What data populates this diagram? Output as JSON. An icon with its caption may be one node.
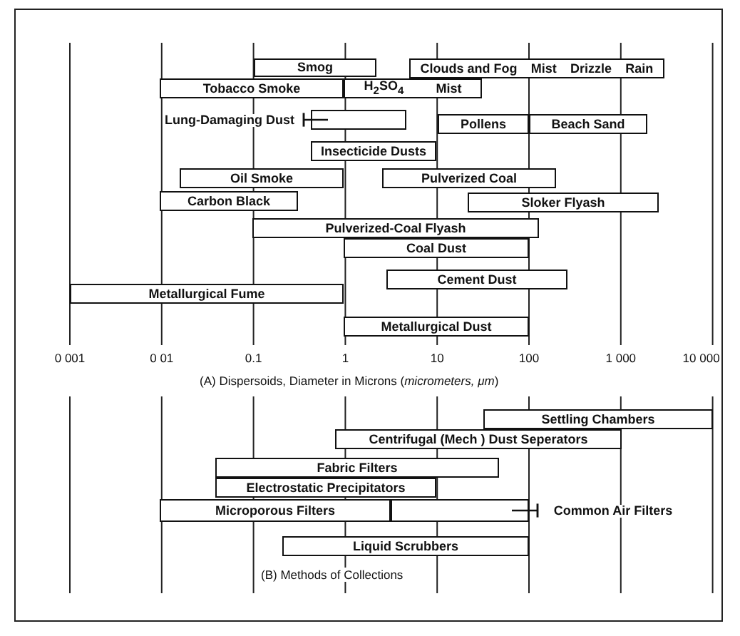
{
  "diagram": {
    "nodes": [
      {
        "text": [
          "Smog"
        ]
      },
      {
        "text": [
          "Clouds and Fog",
          "Mist",
          "Drizzle",
          "Rain"
        ]
      },
      {
        "text": [
          "Tobacco Smoke"
        ]
      },
      {
        "text": [
          "H$_{2}$SO$_{4}$",
          "Mist"
        ]
      },
      {
        "text": [
          "Lung-Damaging Dust"
        ]
      },
      {
        "text": [],
        "shape": "bar"
      },
      {
        "text": [
          "Pollens"
        ]
      },
      {
        "text": [
          "Beach Sand"
        ]
      },
      {
        "text": [
          "Insecticide Dusts"
        ]
      },
      {
        "text": [
          "Oil Smoke"
        ]
      },
      {
        "text": [
          "Pulverized Coal"
        ]
      },
      {
        "text": [
          "Carbon Black"
        ]
      },
      {
        "text": [
          "Sloker Flyash"
        ]
      },
      {
        "text": [
          "Pulverized-Coal Flyash"
        ]
      },
      {
        "text": [
          "Coal Dust"
        ]
      },
      {
        "text": [
          "Cement Dust"
        ]
      },
      {
        "text": [
          "Metallurgical Fume"
        ]
      },
      {
        "text": [
          "Metallurgical Dust"
        ]
      },
      {
        "text": [
          "Settling Chambers"
        ]
      },
      {
        "text": [
          "Centrifugal (Mech ) Dust Seperators"
        ]
      },
      {
        "text": [
          "Fabric Filters"
        ]
      },
      {
        "text": [
          "Electrostatic Precipitators"
        ]
      },
      {
        "text": [
          "Microporous Filters"
        ]
      },
      {
        "text": [],
        "shape": "bar"
      },
      {
        "text": [
          "Common Air Filters"
        ]
      },
      {
        "text": [
          "Liquid Scrubbers"
        ]
      }
    ],
    "edges": [
      {
        "from": 4,
        "to": 5,
        "arrow": "other"
      },
      {
        "from": 24,
        "to": 23,
        "arrow": "other"
      }
    ],
    "labels": [
      "0 001",
      "0 01",
      "0.1",
      "1",
      "10",
      "100",
      "1 000",
      "10 000",
      "(A) Dispersoids, Diameter in Microns (*micrometers, μm*)",
      "(B) Methods of Collections"
    ]
  }
}
